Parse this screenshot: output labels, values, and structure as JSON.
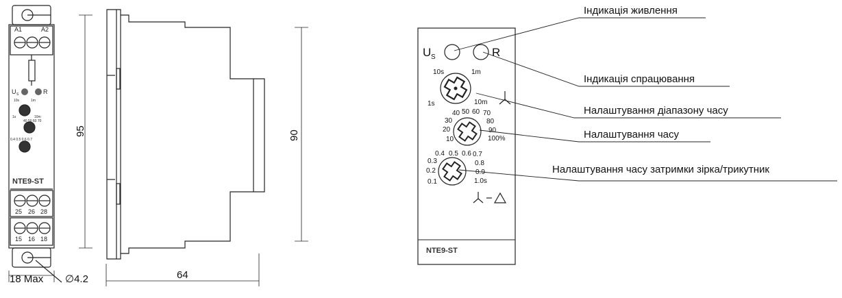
{
  "front": {
    "terminals_top": [
      "A1",
      "A2"
    ],
    "led_us": "U",
    "led_us_sub": "S",
    "led_r": "R",
    "model": "NTE9-ST",
    "terminals_mid": [
      "25",
      "26",
      "28"
    ],
    "terminals_bot": [
      "15",
      "16",
      "18"
    ]
  },
  "dimensions": {
    "height_outer": "95",
    "width": "18 Max",
    "hole": "∅4.2",
    "depth": "64",
    "height_inner": "90"
  },
  "panel": {
    "us": "U",
    "us_sub": "S",
    "r": "R",
    "model": "NTE9-ST",
    "range_knob": {
      "tl": "10s",
      "tr": "1m",
      "bl": "1s",
      "br": "10m"
    },
    "time_knob": {
      "ticks": [
        "40",
        "50",
        "60",
        "70",
        "80",
        "90",
        "100%",
        "30",
        "20",
        "10"
      ]
    },
    "delay_knob": {
      "ticks": [
        "0.4",
        "0.5",
        "0.6",
        "0.7",
        "0.8",
        "0.9",
        "1.0s",
        "0.3",
        "0.2",
        "0.1"
      ]
    }
  },
  "labels": {
    "power": "Індикація живлення",
    "trip": "Індикація спрацювання",
    "range": "Налаштування діапазону часу",
    "time": "Налаштування часу",
    "delay": "Налаштування часу затримки зірка/трикутник"
  }
}
